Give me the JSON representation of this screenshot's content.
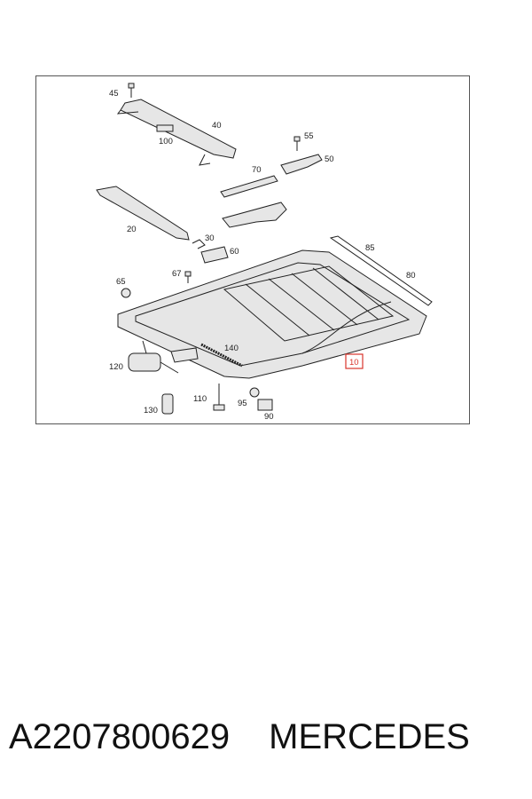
{
  "diagram": {
    "callouts": [
      {
        "id": "45",
        "label": "45"
      },
      {
        "id": "40",
        "label": "40"
      },
      {
        "id": "100",
        "label": "100"
      },
      {
        "id": "55",
        "label": "55"
      },
      {
        "id": "50",
        "label": "50"
      },
      {
        "id": "70",
        "label": "70"
      },
      {
        "id": "20",
        "label": "20"
      },
      {
        "id": "30",
        "label": "30"
      },
      {
        "id": "60",
        "label": "60"
      },
      {
        "id": "85",
        "label": "85"
      },
      {
        "id": "80",
        "label": "80"
      },
      {
        "id": "67",
        "label": "67"
      },
      {
        "id": "65",
        "label": "65"
      },
      {
        "id": "140",
        "label": "140"
      },
      {
        "id": "120",
        "label": "120"
      },
      {
        "id": "10",
        "label": "10",
        "highlighted": true
      },
      {
        "id": "110",
        "label": "110"
      },
      {
        "id": "95",
        "label": "95"
      },
      {
        "id": "130",
        "label": "130"
      },
      {
        "id": "90",
        "label": "90"
      }
    ],
    "highlight_color": "#d9342b"
  },
  "caption": {
    "part_number": "A2207800629",
    "brand": "MERCEDES"
  }
}
